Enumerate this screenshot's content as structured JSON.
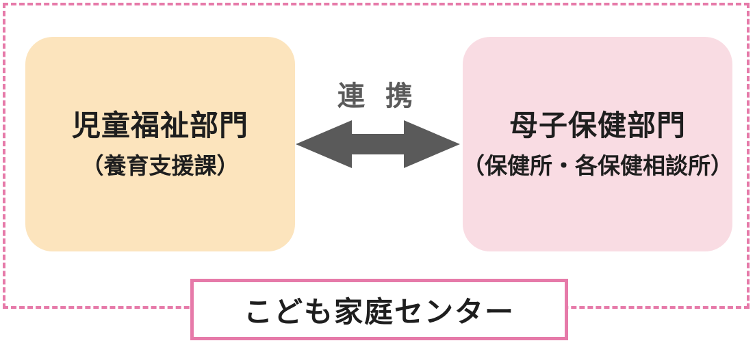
{
  "diagram": {
    "left_box": {
      "title": "児童福祉部門",
      "subtitle": "（養育支援課）"
    },
    "right_box": {
      "title": "母子保健部門",
      "subtitle": "（保健所・各保健相談所）"
    },
    "link_label": "連 携",
    "center_label": "こども家庭センター"
  },
  "colors": {
    "frame": "#e67aa9",
    "left_box_fill": "#fce4bd",
    "right_box_fill": "#f9dce3",
    "arrow": "#5a5a5a",
    "text": "#1e1e1e"
  },
  "icons": {
    "arrow": "double-headed-arrow-icon"
  }
}
